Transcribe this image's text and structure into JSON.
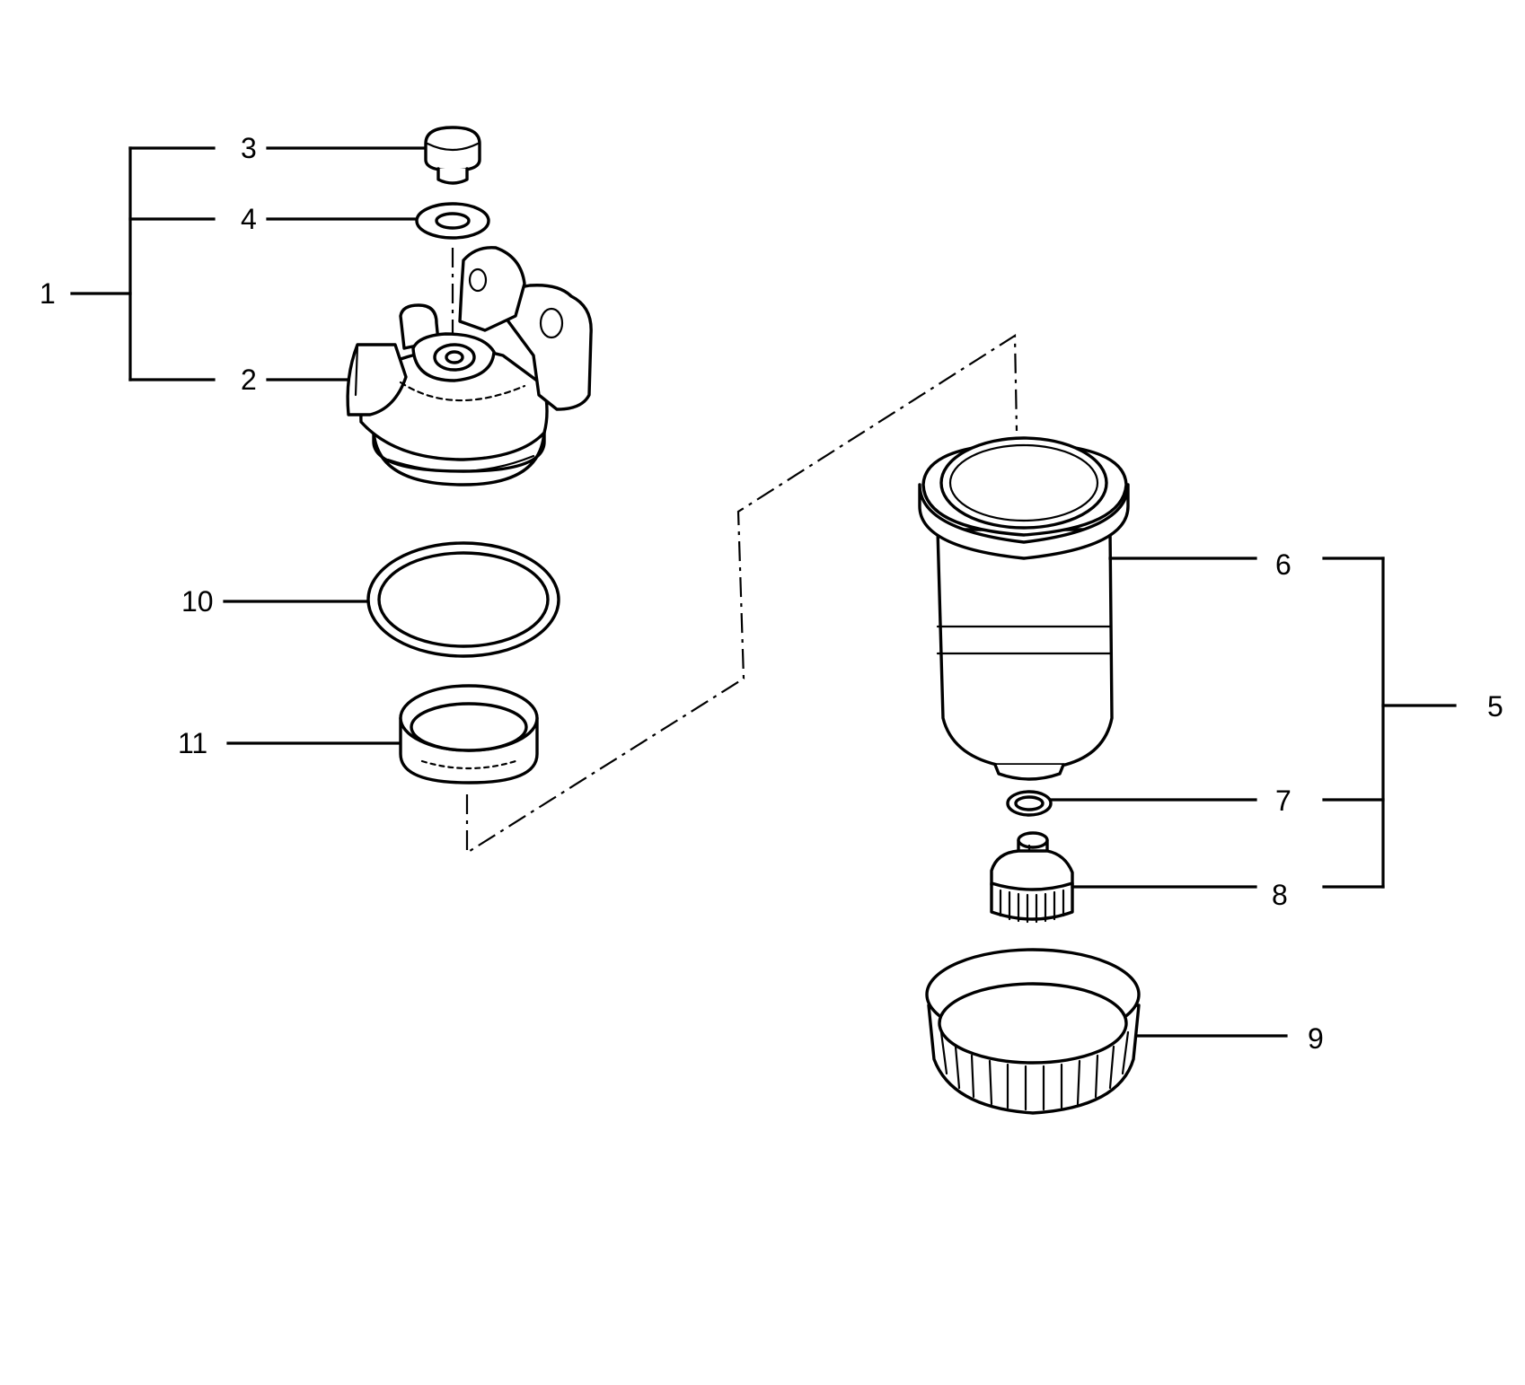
{
  "diagram": {
    "callouts": {
      "c1": "1",
      "c2": "2",
      "c3": "3",
      "c4": "4",
      "c5": "5",
      "c6": "6",
      "c7": "7",
      "c8": "8",
      "c9": "9",
      "c10": "10",
      "c11": "11"
    },
    "parts": [
      "filter-head-icon",
      "plug-icon",
      "washer-icon",
      "o-ring-icon",
      "spacer-ring-icon",
      "filter-bowl-icon",
      "small-seal-icon",
      "drain-plug-icon",
      "retaining-nut-icon"
    ],
    "colors": {
      "line": "#000000",
      "background": "#ffffff"
    }
  }
}
